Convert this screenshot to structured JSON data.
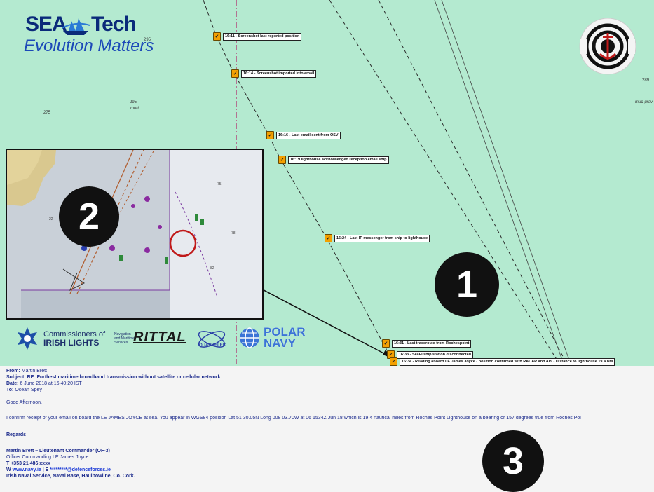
{
  "logo": {
    "sea": "SEA",
    "tech": "Tech",
    "tagline": "Evolution Matters"
  },
  "depths": [
    "295",
    "295",
    "mud",
    "275",
    "289",
    "mud grav"
  ],
  "markers": [
    {
      "time": "16:11",
      "label": "16:11 - Screenshot last reported position"
    },
    {
      "time": "16:14",
      "label": "16:14 - Screenshot imported into email"
    },
    {
      "time": "16:16",
      "label": "16:16 - Last email sent from OSV"
    },
    {
      "time": "16:19",
      "label": "16:19 lighthouse acknowledged reception email ship"
    },
    {
      "time": "16:24",
      "label": "16:24 - Last IP messenger from ship to lighthouse"
    },
    {
      "time": "16:31",
      "label": "16:31 - Last traceroute from Rochespoint"
    },
    {
      "time": "16:33",
      "label": "16:33 - SeaFi ship station disconnected"
    },
    {
      "time": "16:34",
      "label": "16:34 - Reading aboard LÉ James Joyce - position confirmed with RADAR and AIS - Distance to lighthouse 19.4 NM"
    }
  ],
  "callouts": [
    "1",
    "2",
    "3"
  ],
  "partners": {
    "cil_line1": "Commissioners of",
    "cil_line2": "IRISH LIGHTS",
    "cil_sub1": "Navigation",
    "cil_sub2": "and Maritime",
    "cil_sub3": "Services",
    "rittal": "RITTAL",
    "quarkelec": "QUARKELEC",
    "polar1": "POLAR",
    "polar2": "NAVY"
  },
  "email": {
    "from_k": "From:",
    "from_v": "Martin Brett",
    "subject_k": "Subject:",
    "subject_v": "RE: Furthest maritime broadband transmission without satellite or cellular network",
    "date_k": "Date:",
    "date_v": "6 June 2018 at 16:40:20 IST",
    "to_k": "To:",
    "to_v": "Ocean Spey",
    "greeting": "Good Afternoon,",
    "body": "I confirm receipt of your email on board the LÉ JAMES JOYCE at sea. You appear in WGS84 position Lat 51  30.05N Long 008 03.70W at 06 1534Z Jun 18 which is 19.4 nautical miles from Roches Point Lighthouse on a bearing or 157 degrees true from Roches Poi",
    "regards": "Regards",
    "sig_name": "Martin Brett – Lieutenant Commander (OF-3)",
    "sig_role": "Officer Commanding LÉ James Joyce",
    "sig_phone": "T +353 21 486 xxxx",
    "sig_web_w": "W",
    "sig_web": "www.navy.ie",
    "sig_sep": "| E",
    "sig_mail": "*********@defenceforces.ie",
    "sig_addr": "Irish Naval Service, Naval Base, Haulbowline, Co. Cork."
  },
  "colors": {
    "sea": "#b4ead0",
    "marker": "#f3a000",
    "email_text": "#1b2a8c",
    "logo": "#0a2a7a"
  }
}
